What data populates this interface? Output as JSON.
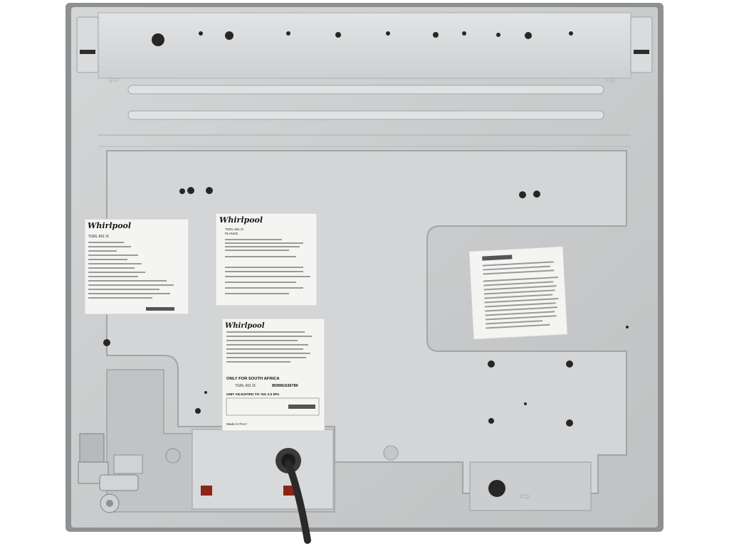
{
  "photo": {
    "subject": "",
    "colors": {
      "background": "#ffffff",
      "panel": "#c6c8c9",
      "panel_light": "#d6d8d9",
      "panel_dark": "#9a9c9e",
      "label": "#f4f4f2",
      "cord": "#2a2a2a",
      "terminal_red": "#8c2418"
    }
  },
  "labels": {
    "left": {
      "brand": "Whirlpool",
      "model": "TGRL 661 IX"
    },
    "center": {
      "brand": "Whirlpool",
      "model": "TGRL 661 IX",
      "type": "PLANCB"
    },
    "lower": {
      "brand": "Whirlpool",
      "only_for": "ONLY FOR SOUTH AFRICA",
      "model": "TGRL 661 IX",
      "code": "859981636780",
      "adjusted": "UNIT ADJUSTED TO: NG 2.0 kPa",
      "made_in": "Made in ITALY"
    }
  }
}
